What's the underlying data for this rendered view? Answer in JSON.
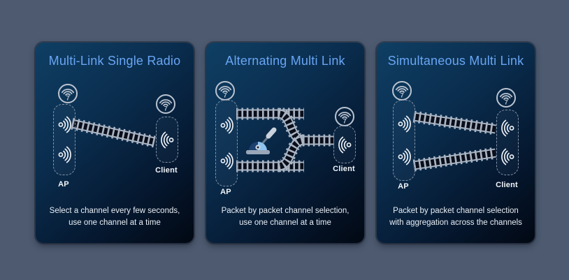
{
  "page": {
    "background_color": "#4d5a70",
    "panel_gradient_start": "#0f3f64",
    "panel_gradient_end": "#020813",
    "title_color": "#68a5f4",
    "text_color": "#e8edf4",
    "track_light_color": "#aab5c4",
    "track_dark_color": "#0a0e1a"
  },
  "icons": {
    "wifi7": "wifi-7-badge-icon",
    "radio": "radio-signal-arcs-icon",
    "switch": "railway-switch-lever-icon",
    "track": "railroad-track"
  },
  "panels": [
    {
      "title": "Multi-Link Single Radio",
      "ap_label": "AP",
      "client_label": "Client",
      "description": "Select a channel every few seconds,\nuse one channel at a time"
    },
    {
      "title": "Alternating Multi Link",
      "ap_label": "AP",
      "client_label": "Client",
      "description": "Packet by packet channel selection,\nuse one channel at a time"
    },
    {
      "title": "Simultaneous Multi Link",
      "ap_label": "AP",
      "client_label": "Client",
      "description": "Packet by packet channel selection\nwith aggregation across the channels"
    }
  ]
}
